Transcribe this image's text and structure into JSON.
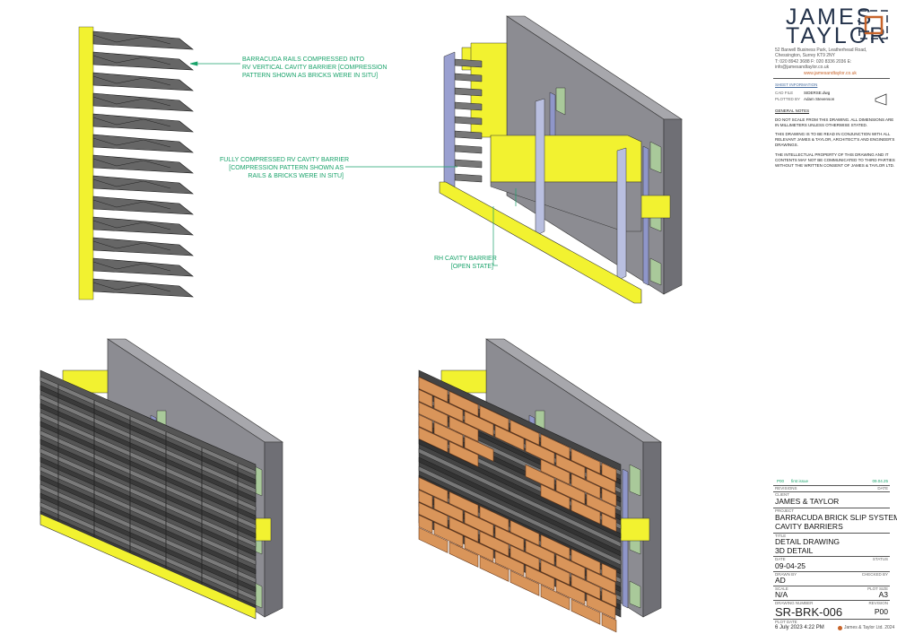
{
  "annotations": {
    "rails_compressed": [
      "BARRACUDA RAILS COMPRESSED INTO",
      "RV VERTICAL CAVITY BARRIER [COMPRESSION",
      "PATTERN SHOWN AS BRICKS WERE IN SITU]"
    ],
    "fully_compressed": [
      "FULLY COMPRESSED RV CAVITY BARRIER",
      "[COMPRESSION PATTERN SHOWN AS",
      "RAILS & BRICKS WERE IN SITU]"
    ],
    "rh_barrier": [
      "RH CAVITY BARRIER",
      "[OPEN STATE]"
    ]
  },
  "colors": {
    "annotation": "#1aa36b",
    "barrier_yellow": "#f2f230",
    "wall_grey": "#8c8c92",
    "brick": "#d9955a",
    "logo_navy": "#23324a",
    "logo_orange": "#c8642a"
  },
  "title_block": {
    "logo": {
      "line1": "JAMES",
      "line2": "TAYLOR"
    },
    "address": "52 Barwell Business Park, Leatherhead Road, Chessington, Surrey KT9 2NY",
    "contact": "T: 020 8942 3688  F: 020 8336 2036  E: info@jamesandtaylor.co.uk",
    "website": "www.jamesandtaylor.co.uk",
    "sheet_info_heading": "SHEET INFORMATION",
    "cad_file_label": "CAD FILE",
    "cad_file": "SIDERSE.dwg",
    "plotted_by_label": "PLOTTED BY",
    "plotted_by": "Adam Stevenson",
    "general_notes_heading": "GENERAL NOTES",
    "notes": [
      [
        "DO NOT SCALE FROM THIS DRAWING. ALL DIMENSIONS ARE",
        "IN MILLIMETERS UNLESS OTHERWISE STATED."
      ],
      [
        "THIS DRAWING IS TO BE READ IN CONJUNCTION WITH ALL",
        "RELEVANT JAMES & TAYLOR, ARCHITECT'S AND ENGINEER'S",
        "DRAWINGS."
      ],
      [
        "THE INTELLECTUAL PROPERTY OF THIS DRAWING AND IT",
        "CONTENTS MAY NOT BE COMMUNICATED TO THIRD PARTIES",
        "WITHOUT THE WRITTEN CONSENT OF JAMES & TAYLOR LTD."
      ]
    ],
    "revision_row": {
      "rev": "P00",
      "description": "first issue",
      "date": "09.04.25"
    },
    "revisions_label": "REVISIONS",
    "date_col_label": "DATE",
    "client_label": "CLIENT",
    "client": "JAMES & TAYLOR",
    "project_label": "PROJECT",
    "project": [
      "BARRACUDA BRICK SLIP SYSTEM",
      "CAVITY BARRIERS"
    ],
    "title_label": "TITLE",
    "title": [
      "DETAIL DRAWING",
      "3D DETAIL"
    ],
    "date_label": "DATE",
    "date": "09-04-25",
    "status_label": "STATUS",
    "drawn_by_label": "DRAWN BY",
    "drawn_by": "AD",
    "checked_by_label": "CHECKED BY",
    "scale_label": "SCALE",
    "scale": "N/A",
    "plot_size_label": "PLOT SIZE",
    "plot_size": "A3",
    "drawing_number_label": "DRAWING NUMBER",
    "drawing_number": "SR-BRK-006",
    "revision_label": "REVISION",
    "revision": "P00",
    "plot_date_label": "PLOT DATE",
    "plot_date": "6 July 2023 4:22 PM",
    "copyright": "James & Taylor Ltd. 2024"
  }
}
